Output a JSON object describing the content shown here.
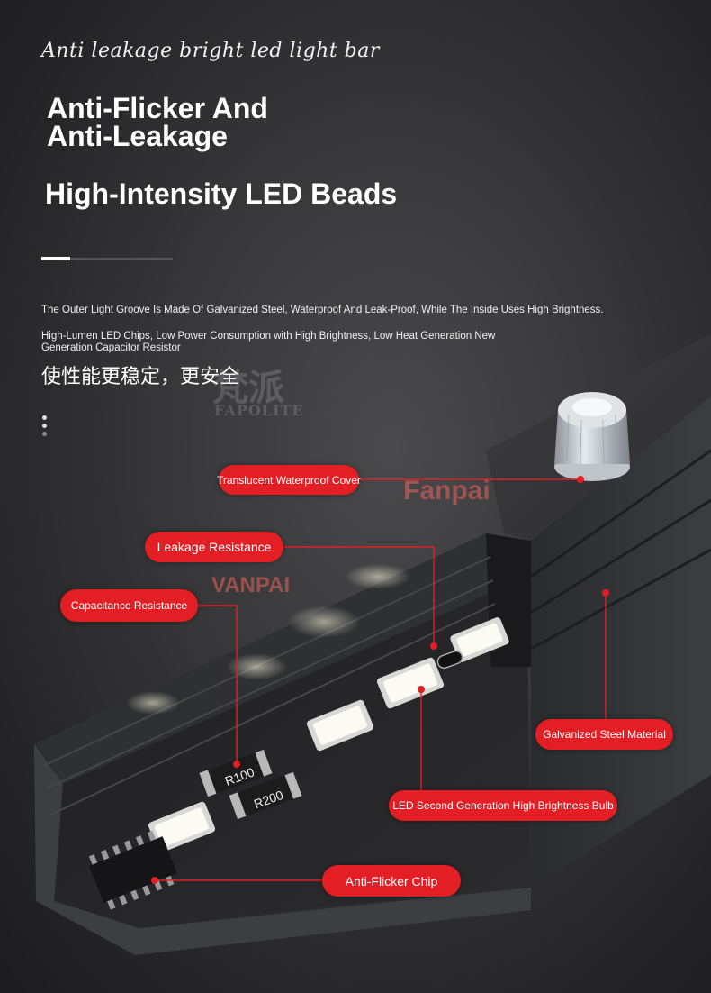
{
  "header": {
    "script_title": "Anti leakage bright led light bar",
    "headline_line1": "Anti-Flicker And",
    "headline_line2": "Anti-Leakage",
    "headline_line3": "High-Intensity LED Beads"
  },
  "description": {
    "paragraph_1": "The Outer Light Groove Is Made Of Galvanized Steel, Waterproof And Leak-Proof, While The Inside Uses High Brightness.",
    "paragraph_2": "High-Lumen LED Chips, Low Power Consumption with High Brightness, Low Heat Generation New Generation Capacitor Resistor",
    "chinese_tagline": "使性能更稳定，更安全"
  },
  "watermarks": {
    "brand_cn": "梵派",
    "brand_en": "FAPOLITE",
    "fanpai": "Fanpai",
    "vanpai": "VANPAI"
  },
  "callouts": {
    "cover": "Translucent Waterproof Cover",
    "leakage": "Leakage Resistance",
    "capacitance": "Capacitance Resistance",
    "steel": "Galvanized Steel Material",
    "led": "LED Second Generation High Brightness Bulb",
    "chip": "Anti-Flicker Chip"
  },
  "components": {
    "resistor_1": "R100",
    "resistor_2": "R200"
  },
  "colors": {
    "accent_red": "#e31e24",
    "background": "#2c2c2e",
    "led_white": "#f4f4ee"
  }
}
